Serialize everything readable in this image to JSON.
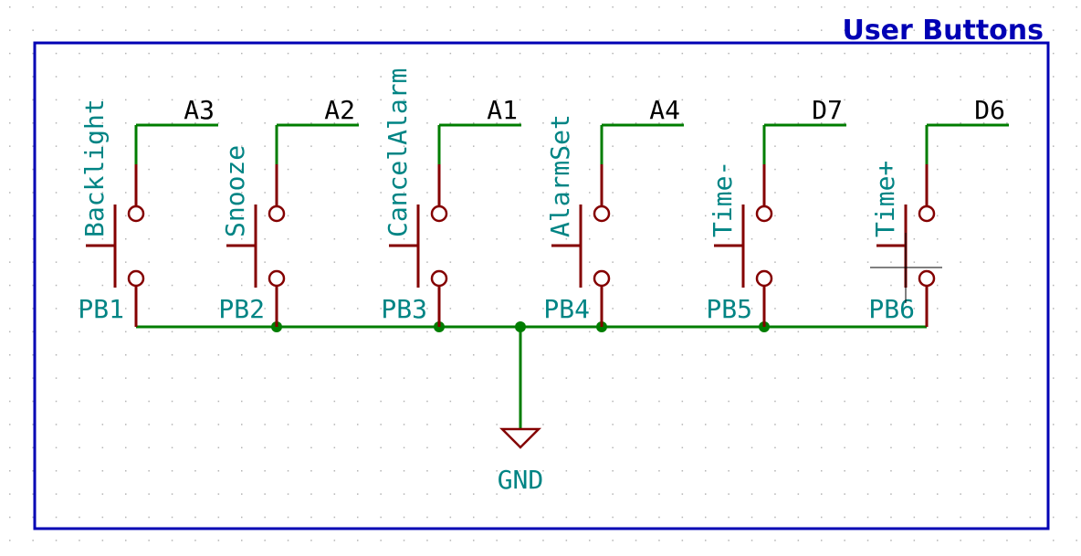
{
  "sheet": {
    "title": "User Buttons",
    "border_color": "#0000b4",
    "title_color": "#0000b4"
  },
  "colors": {
    "wire": "#007d00",
    "symbol": "#840000",
    "reference": "#008484",
    "label": "#000000",
    "background": "#ffffff",
    "grid": "#b4b4b4"
  },
  "buttons": [
    {
      "ref": "PB1",
      "value": "Backlight",
      "net": "A3"
    },
    {
      "ref": "PB2",
      "value": "Snooze",
      "net": "A2"
    },
    {
      "ref": "PB3",
      "value": "CancelAlarm",
      "net": "A1"
    },
    {
      "ref": "PB4",
      "value": "AlarmSet",
      "net": "A4"
    },
    {
      "ref": "PB5",
      "value": "Time-",
      "net": "D7"
    },
    {
      "ref": "PB6",
      "value": "Time+",
      "net": "D6"
    }
  ],
  "power": {
    "label": "GND",
    "icon": "ground-symbol-icon"
  }
}
